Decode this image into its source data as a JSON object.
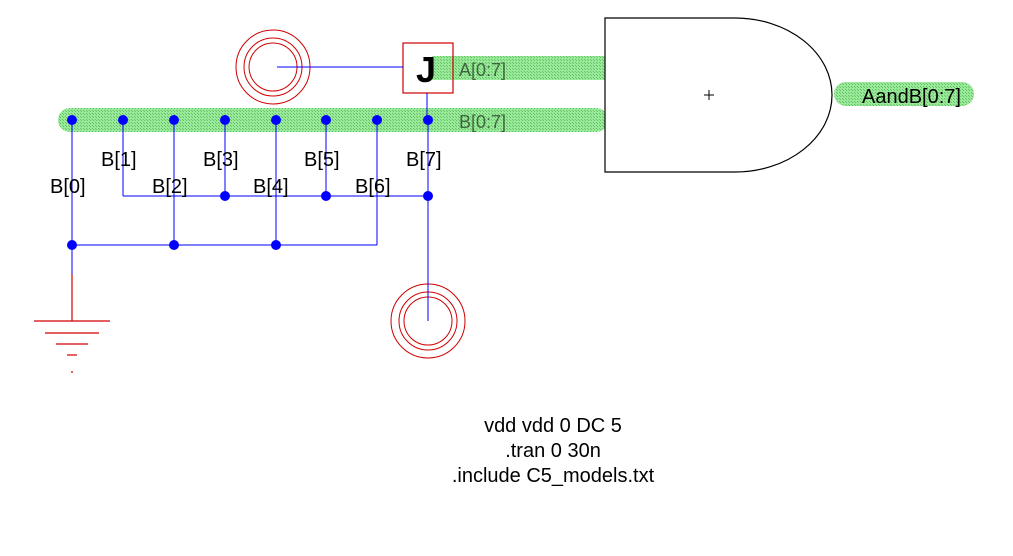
{
  "bus_labels": {
    "a": "A[0:7]",
    "b": "B[0:7]",
    "out": "AandB[0:7]"
  },
  "pin_labels": [
    "B[0]",
    "B[1]",
    "B[2]",
    "B[3]",
    "B[4]",
    "B[5]",
    "B[6]",
    "B[7]"
  ],
  "jumper_label": "J",
  "spice_directives": {
    "line1": "vdd vdd 0 DC 5",
    "line2": ".tran 0 30n",
    "line3": ".include C5_models.txt"
  },
  "colors": {
    "wire": "#0000ff",
    "bus": "#7fdf7f",
    "node": "#0000ff",
    "source": "#d00000",
    "ground": "#d00000",
    "gate_outline": "#000000",
    "text": "#000000"
  },
  "icons": {
    "gate": "and-gate-icon",
    "ground": "ground-icon",
    "source": "voltage-source-icon"
  }
}
